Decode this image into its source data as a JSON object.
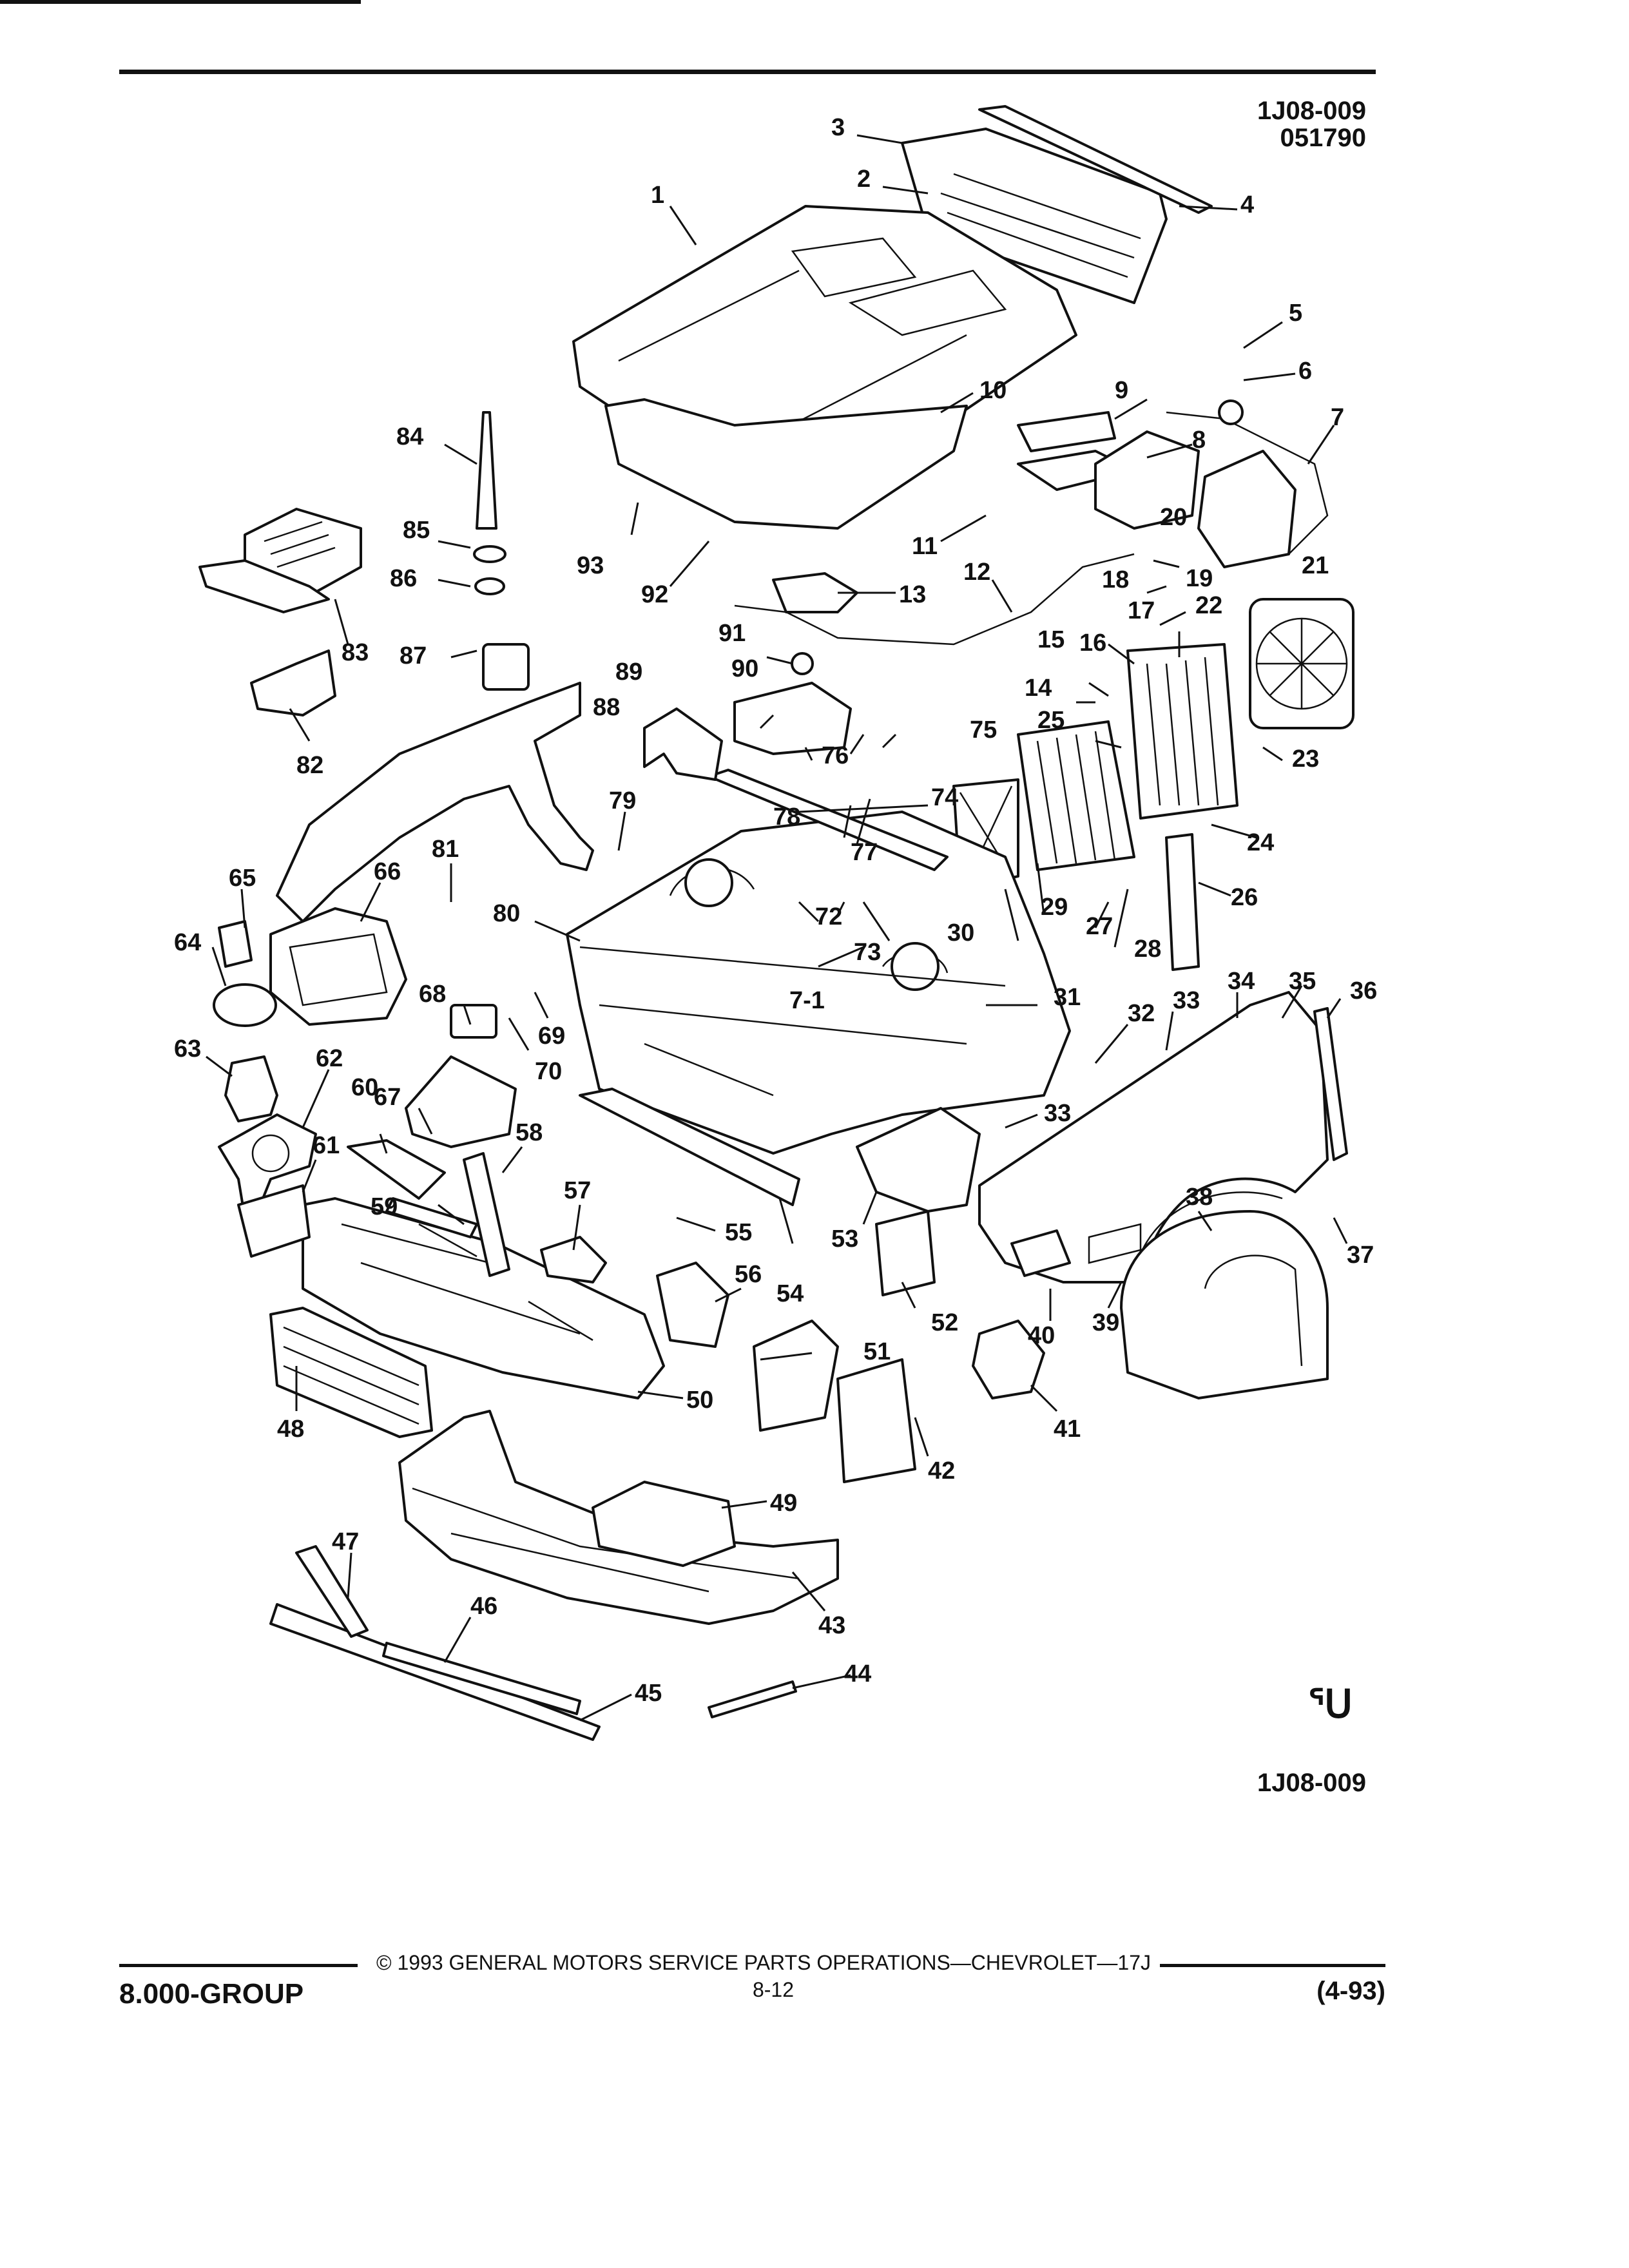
{
  "header": {
    "code": "1J08-009",
    "date_code": "051790"
  },
  "figure_code": "1J08-009",
  "mark": "ᕐᑌ",
  "footer": {
    "group": "8.000-GROUP",
    "copyright": "© 1993 GENERAL MOTORS SERVICE PARTS OPERATIONS—CHEVROLET—17J",
    "page": "8-12",
    "revision": "(4-93)"
  },
  "callouts": [
    "1",
    "2",
    "3",
    "4",
    "5",
    "6",
    "7",
    "8",
    "9",
    "10",
    "11",
    "12",
    "13",
    "14",
    "15",
    "16",
    "17",
    "18",
    "19",
    "20",
    "21",
    "22",
    "23",
    "24",
    "25",
    "26",
    "27",
    "28",
    "29",
    "30",
    "31",
    "32",
    "33",
    "33",
    "34",
    "35",
    "36",
    "37",
    "38",
    "39",
    "40",
    "41",
    "42",
    "43",
    "44",
    "45",
    "46",
    "47",
    "48",
    "49",
    "50",
    "51",
    "52",
    "53",
    "54",
    "55",
    "56",
    "57",
    "58",
    "59",
    "60",
    "61",
    "62",
    "63",
    "64",
    "65",
    "66",
    "67",
    "68",
    "69",
    "70",
    "7-1",
    "72",
    "73",
    "74",
    "75",
    "76",
    "77",
    "78",
    "79",
    "80",
    "81",
    "82",
    "83",
    "84",
    "85",
    "86",
    "87",
    "88",
    "89",
    "90",
    "91",
    "92",
    "93"
  ]
}
